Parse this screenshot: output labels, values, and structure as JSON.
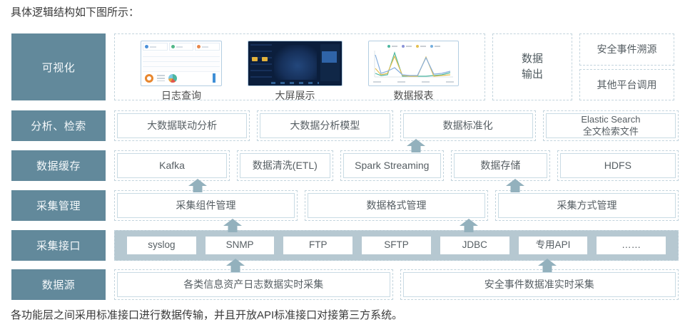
{
  "page": {
    "title": "具体逻辑结构如下图所示：",
    "footer": "各功能层之间采用标准接口进行数据传输，并且开放API标准接口对接第三方系统。"
  },
  "colors": {
    "layer_label_bg": "#62899b",
    "arrow": "#93b1bd",
    "interface_band_bg": "#b6c8d1",
    "box_border": "#c9dbe4",
    "dashed_border": "#c3d4dd"
  },
  "layers": [
    {
      "name": "可视化"
    },
    {
      "name": "分析、检索",
      "boxes": [
        "大数据联动分析",
        "大数据分析模型",
        "数据标准化",
        "Elastic Search\n全文检索文件"
      ]
    },
    {
      "name": "数据缓存",
      "boxes": [
        "Kafka",
        "数据清洗(ETL)",
        "Spark Streaming",
        "数据存储",
        "HDFS"
      ]
    },
    {
      "name": "采集管理",
      "boxes": [
        "采集组件管理",
        "数据格式管理",
        "采集方式管理"
      ]
    },
    {
      "name": "采集接口",
      "boxes": [
        "syslog",
        "SNMP",
        "FTP",
        "SFTP",
        "JDBC",
        "专用API",
        "……"
      ]
    },
    {
      "name": "数据源",
      "boxes": [
        "各类信息资产日志数据实时采集",
        "安全事件数据准实时采集"
      ]
    }
  ],
  "visualization": {
    "thumbnails": [
      {
        "caption": "日志查询",
        "icon": "dashboard-thumbnail"
      },
      {
        "caption": "大屏展示",
        "icon": "bigscreen-map-thumbnail"
      },
      {
        "caption": "数据报表",
        "icon": "line-chart-thumbnail"
      }
    ],
    "output_label": "数据\n输出",
    "side_boxes": [
      "安全事件溯源",
      "其他平台调用"
    ]
  },
  "arrows": [
    {
      "from": "Spark Streaming",
      "to": "数据标准化"
    },
    {
      "from": "采集组件管理",
      "to": "Kafka"
    },
    {
      "from": "采集方式管理",
      "to": "数据存储"
    },
    {
      "from": "SNMP",
      "to": "采集组件管理"
    },
    {
      "from": "JDBC",
      "to": "数据格式管理"
    },
    {
      "from": "各类信息资产日志数据实时采集",
      "to": "采集接口"
    },
    {
      "from": "安全事件数据准实时采集",
      "to": "采集接口"
    }
  ]
}
